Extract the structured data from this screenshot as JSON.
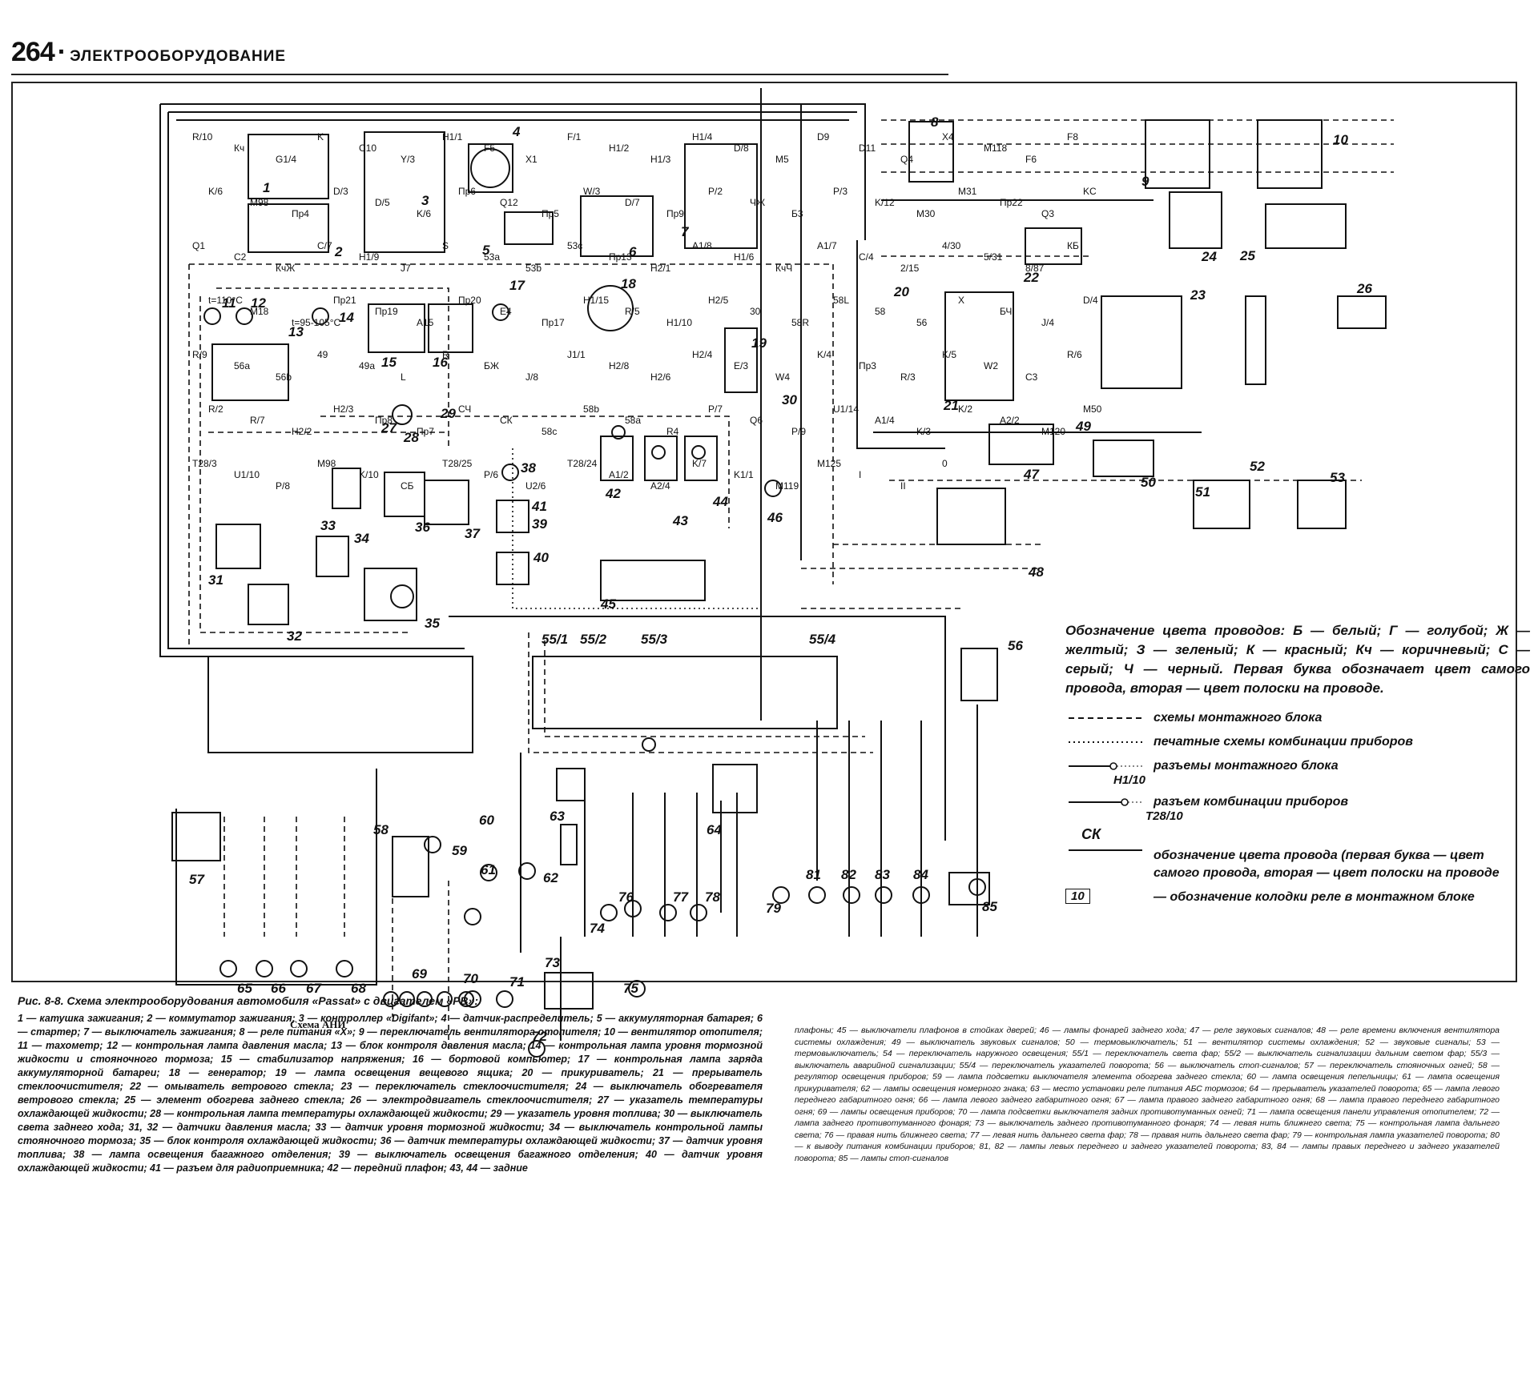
{
  "header": {
    "page_number": "264",
    "section_title": "ЭЛЕКТРООБОРУДОВАНИЕ"
  },
  "schematic": {
    "component_numbers": [
      "1",
      "2",
      "3",
      "4",
      "5",
      "6",
      "7",
      "8",
      "9",
      "10",
      "11",
      "12",
      "13",
      "14",
      "15",
      "16",
      "17",
      "18",
      "19",
      "20",
      "21",
      "22",
      "23",
      "24",
      "25",
      "26",
      "27",
      "28",
      "29",
      "30",
      "31",
      "32",
      "33",
      "34",
      "35",
      "36",
      "37",
      "38",
      "39",
      "40",
      "41",
      "42",
      "43",
      "44",
      "45",
      "46",
      "47",
      "48",
      "49",
      "50",
      "51",
      "52",
      "53",
      "55/1",
      "55/2",
      "55/3",
      "55/4",
      "56",
      "57",
      "58",
      "59",
      "60",
      "61",
      "62",
      "63",
      "64",
      "65",
      "66",
      "67",
      "68",
      "69",
      "70",
      "71",
      "72",
      "73",
      "74",
      "75",
      "76",
      "77",
      "78",
      "79",
      "81",
      "82",
      "83",
      "84",
      "85"
    ],
    "wire_labels": [
      "R/10",
      "Кч",
      "G1/4",
      "K",
      "C10",
      "Y/3",
      "H1/1",
      "F5",
      "X1",
      "F/1",
      "Н1/2",
      "H1/3",
      "Н1/4",
      "D/8",
      "M5",
      "D9",
      "D11",
      "Q4",
      "X4",
      "M118",
      "F6",
      "F8",
      "K/6",
      "M98",
      "Пр4",
      "D/3",
      "D/5",
      "K/6",
      "Пр6",
      "Q12",
      "Пр5",
      "W/3",
      "D/7",
      "Пр9",
      "P/2",
      "ЧЖ",
      "Б3",
      "P/3",
      "K/12",
      "M30",
      "M31",
      "Пр22",
      "Q3",
      "KC",
      "Q1",
      "C2",
      "КчЖ",
      "C/7",
      "H1/9",
      "J7",
      "S",
      "53a",
      "53b",
      "53c",
      "Пр13",
      "Н2/1",
      "A1/8",
      "Н1/6",
      "КчЧ",
      "A1/7",
      "C/4",
      "2/15",
      "4/30",
      "5/31",
      "8/87",
      "КБ",
      "t=110°C",
      "M18",
      "t=95-105°C",
      "Пр21",
      "Пр19",
      "A15",
      "Пр20",
      "E4",
      "Пр17",
      "Н1/15",
      "R/5",
      "Н1/10",
      "H2/5",
      "30",
      "58R",
      "58L",
      "58",
      "56",
      "X",
      "БЧ",
      "J/4",
      "D/4",
      "R/9",
      "56a",
      "56b",
      "49",
      "49a",
      "L",
      "R",
      "БЖ",
      "J/8",
      "J1/1",
      "H2/8",
      "H2/6",
      "H2/4",
      "E/3",
      "W4",
      "K/4",
      "Пр3",
      "R/3",
      "K/5",
      "W2",
      "C3",
      "R/6",
      "R/2",
      "R/7",
      "H2/2",
      "H2/3",
      "Пр8",
      "Пр7",
      "СЧ",
      "СК",
      "58c",
      "58b",
      "58a",
      "R4",
      "P/7",
      "Q6",
      "P/9",
      "U1/14",
      "A1/4",
      "K/3",
      "K/2",
      "A2/2",
      "M120",
      "M50",
      "T28/3",
      "U1/10",
      "P/8",
      "M98",
      "K/10",
      "СБ",
      "T28/25",
      "P/6",
      "U2/6",
      "T28/24",
      "A1/2",
      "A2/4",
      "K/7",
      "K1/1",
      "M119",
      "M125",
      "I",
      "II",
      "0"
    ],
    "circuit_legend": [
      {
        "text": "схемы монтажного блока"
      },
      {
        "text": "печатные схемы комбинации приборов"
      },
      {
        "text": "разъемы монтажного блока",
        "code": "H1/10"
      },
      {
        "text": "разъем комбинации приборов",
        "code": "T28/10"
      },
      {
        "code": "СК",
        "text": "обозначение цвета провода (первая буква — цвет самого провода, вторая — цвет полоски на проводе"
      },
      {
        "code": "10",
        "text": "— обозначение колодки реле в монтажном блоке"
      }
    ],
    "color_legend": "Обозначение цвета проводов: Б — белый; Г — голубой; Ж — желтый; З — зеленый; К — красный; Кч — коричневый; С — серый; Ч — черный. Первая буква обозначает цвет самого провода, вторая — цвет полоски на проводе.",
    "ani_label": "Схема АНИ"
  },
  "caption": {
    "title": "Рис. 8-8. Схема электрооборудования автомобиля «Passat» с двигателем «PB»:",
    "left": "1 — катушка зажигания; 2 — коммутатор зажигания; 3 — контроллер «Digifant»; 4 — датчик-распределитель; 5 — аккумуляторная батарея; 6 — стартер; 7 — выключатель зажигания; 8 — реле питания «X»; 9 — переключатель вентилятора отопителя; 10 — вентилятор отопителя; 11 — тахометр; 12 — контрольная лампа давления масла; 13 — блок контроля давления масла; 14 — контрольная лампа уровня тормозной жидкости и стояночного тормоза; 15 — стабилизатор напряжения; 16 — бортовой компьютер; 17 — контрольная лампа заряда аккумуляторной батареи; 18 — генератор; 19 — лампа освещения вещевого ящика; 20 — прикуриватель; 21 — прерыватель стеклоочистителя; 22 — омыватель ветрового стекла; 23 — переключатель стеклоочистителя; 24 — выключатель обогревателя ветрового стекла; 25 — элемент обогрева заднего стекла; 26 — электродвигатель стеклоочистителя; 27 — указатель температуры охлаждающей жидкости; 28 — контрольная лампа температуры охлаждающей жидкости; 29 — указатель уровня топлива; 30 — выключатель света заднего хода; 31, 32 — датчики давления масла; 33 — датчик уровня тормозной жидкости; 34 — выключатель контрольной лампы стояночного тормоза; 35 — блок контроля охлаждающей жидкости; 36 — датчик температуры охлаждающей жидкости; 37 — датчик уровня топлива; 38 — лампа освещения багажного отделения; 39 — выключатель освещения багажного отделения; 40 — датчик уровня охлаждающей жидкости; 41 — разъем для радиоприемника; 42 — передний плафон; 43, 44 — задние",
    "right": "плафоны; 45 — выключатели плафонов в стойках дверей; 46 — лампы фонарей заднего хода; 47 — реле звуковых сигналов; 48 — реле времени включения вентилятора системы охлаждения; 49 — выключатель звуковых сигналов; 50 — термовыключатель; 51 — вентилятор системы охлаждения; 52 — звуковые сигналы; 53 — термовыключатель; 54 — переключатель наружного освещения; 55/1 — переключатель света фар; 55/2 — выключатель сигнализации дальним светом фар; 55/3 — выключатель аварийной сигнализации; 55/4 — переключатель указателей поворота; 56 — выключатель стоп-сигналов; 57 — переключатель стояночных огней; 58 — регулятор освещения приборов; 59 — лампа подсветки выключателя элемента обогрева заднего стекла; 60 — лампа освещения пепельницы; 61 — лампа освещения прикуривателя; 62 — лампы освещения номерного знака; 63 — место установки реле питания АБС тормозов; 64 — прерыватель указателей поворота; 65 — лампа левого переднего габаритного огня; 66 — лампа левого заднего габаритного огня; 67 — лампа правого заднего габаритного огня; 68 — лампа правого переднего габаритного огня; 69 — лампы освещения приборов; 70 — лампа подсветки выключателя задних противотуманных огней; 71 — лампа освещения панели управления отопителем; 72 — лампа заднего противотуманного фонаря; 73 — выключатель заднего противотуманного фонаря; 74 — левая нить ближнего света; 75 — контрольная лампа дальнего света; 76 — правая нить ближнего света; 77 — левая нить дальнего света фар; 78 — правая нить дальнего света фар; 79 — контрольная лампа указателей поворота; 80 — к выводу питания комбинации приборов; 81, 82 — лампы левых переднего и заднего указателей поворота; 83, 84 — лампы правых переднего и заднего указателей поворота; 85 — лампы стоп-сигналов"
  }
}
